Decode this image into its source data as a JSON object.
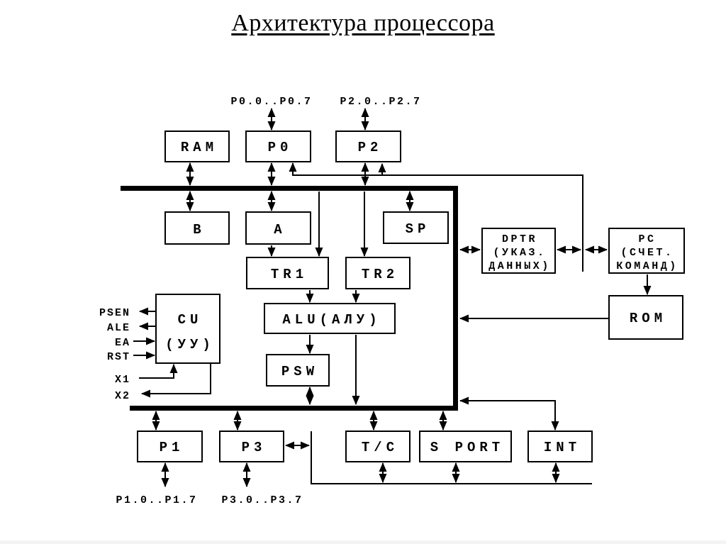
{
  "title": "Архитектура процессора",
  "colors": {
    "line": "#000000",
    "box_fill": "#ffffff",
    "text": "#000000",
    "background": "#ffffff",
    "footer_strip": "#f4f4f5"
  },
  "blocks": {
    "ram": "RAM",
    "p0": "P0",
    "p2": "P2",
    "b": "B",
    "a": "A",
    "sp": "SP",
    "tr1": "TR1",
    "tr2": "TR2",
    "alu": "ALU(АЛУ)",
    "psw": "PSW",
    "rom": "ROM",
    "p1": "P1",
    "p3": "P3",
    "tc": "T/C",
    "sport": "S PORT",
    "int": "INT",
    "cu": {
      "line1": "CU",
      "line2": "(УУ)"
    },
    "dptr": {
      "line1": "DPTR",
      "line2": "(УКАЗ.",
      "line3": "ДАННЫХ)"
    },
    "pc": {
      "line1": "PC",
      "line2": "(СЧЕТ.",
      "line3": "КОМАНД)"
    }
  },
  "pins": {
    "p0_range": "P0.0..P0.7",
    "p2_range": "P2.0..P2.7",
    "p1_range": "P1.0..P1.7",
    "p3_range": "P3.0..P3.7",
    "psen": "PSEN",
    "ale": "ALE",
    "ea": "EA",
    "rst": "RST",
    "x1": "X1",
    "x2": "X2"
  }
}
